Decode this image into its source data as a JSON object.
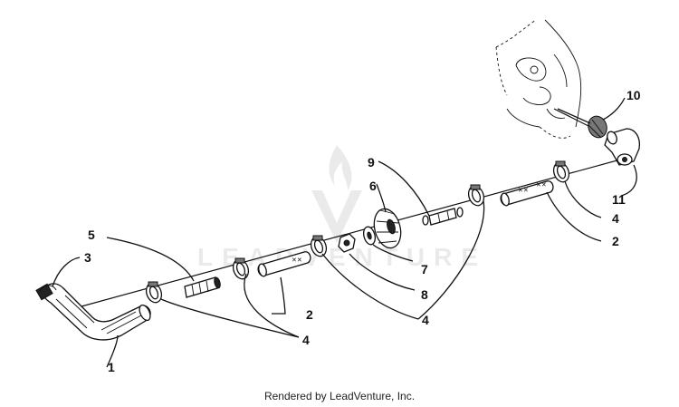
{
  "diagram": {
    "callouts": [
      {
        "id": "c1",
        "label": "1"
      },
      {
        "id": "c2a",
        "label": "2"
      },
      {
        "id": "c2b",
        "label": "2"
      },
      {
        "id": "c3",
        "label": "3"
      },
      {
        "id": "c4a",
        "label": "4"
      },
      {
        "id": "c4b",
        "label": "4"
      },
      {
        "id": "c4c",
        "label": "4"
      },
      {
        "id": "c5",
        "label": "5"
      },
      {
        "id": "c6",
        "label": "6"
      },
      {
        "id": "c7",
        "label": "7"
      },
      {
        "id": "c8",
        "label": "8"
      },
      {
        "id": "c9",
        "label": "9"
      },
      {
        "id": "c10",
        "label": "10"
      },
      {
        "id": "c11",
        "label": "11"
      }
    ],
    "watermark": {
      "text": "LEADVENTURE"
    }
  },
  "footer": {
    "text": "Rendered by LeadVenture, Inc."
  }
}
